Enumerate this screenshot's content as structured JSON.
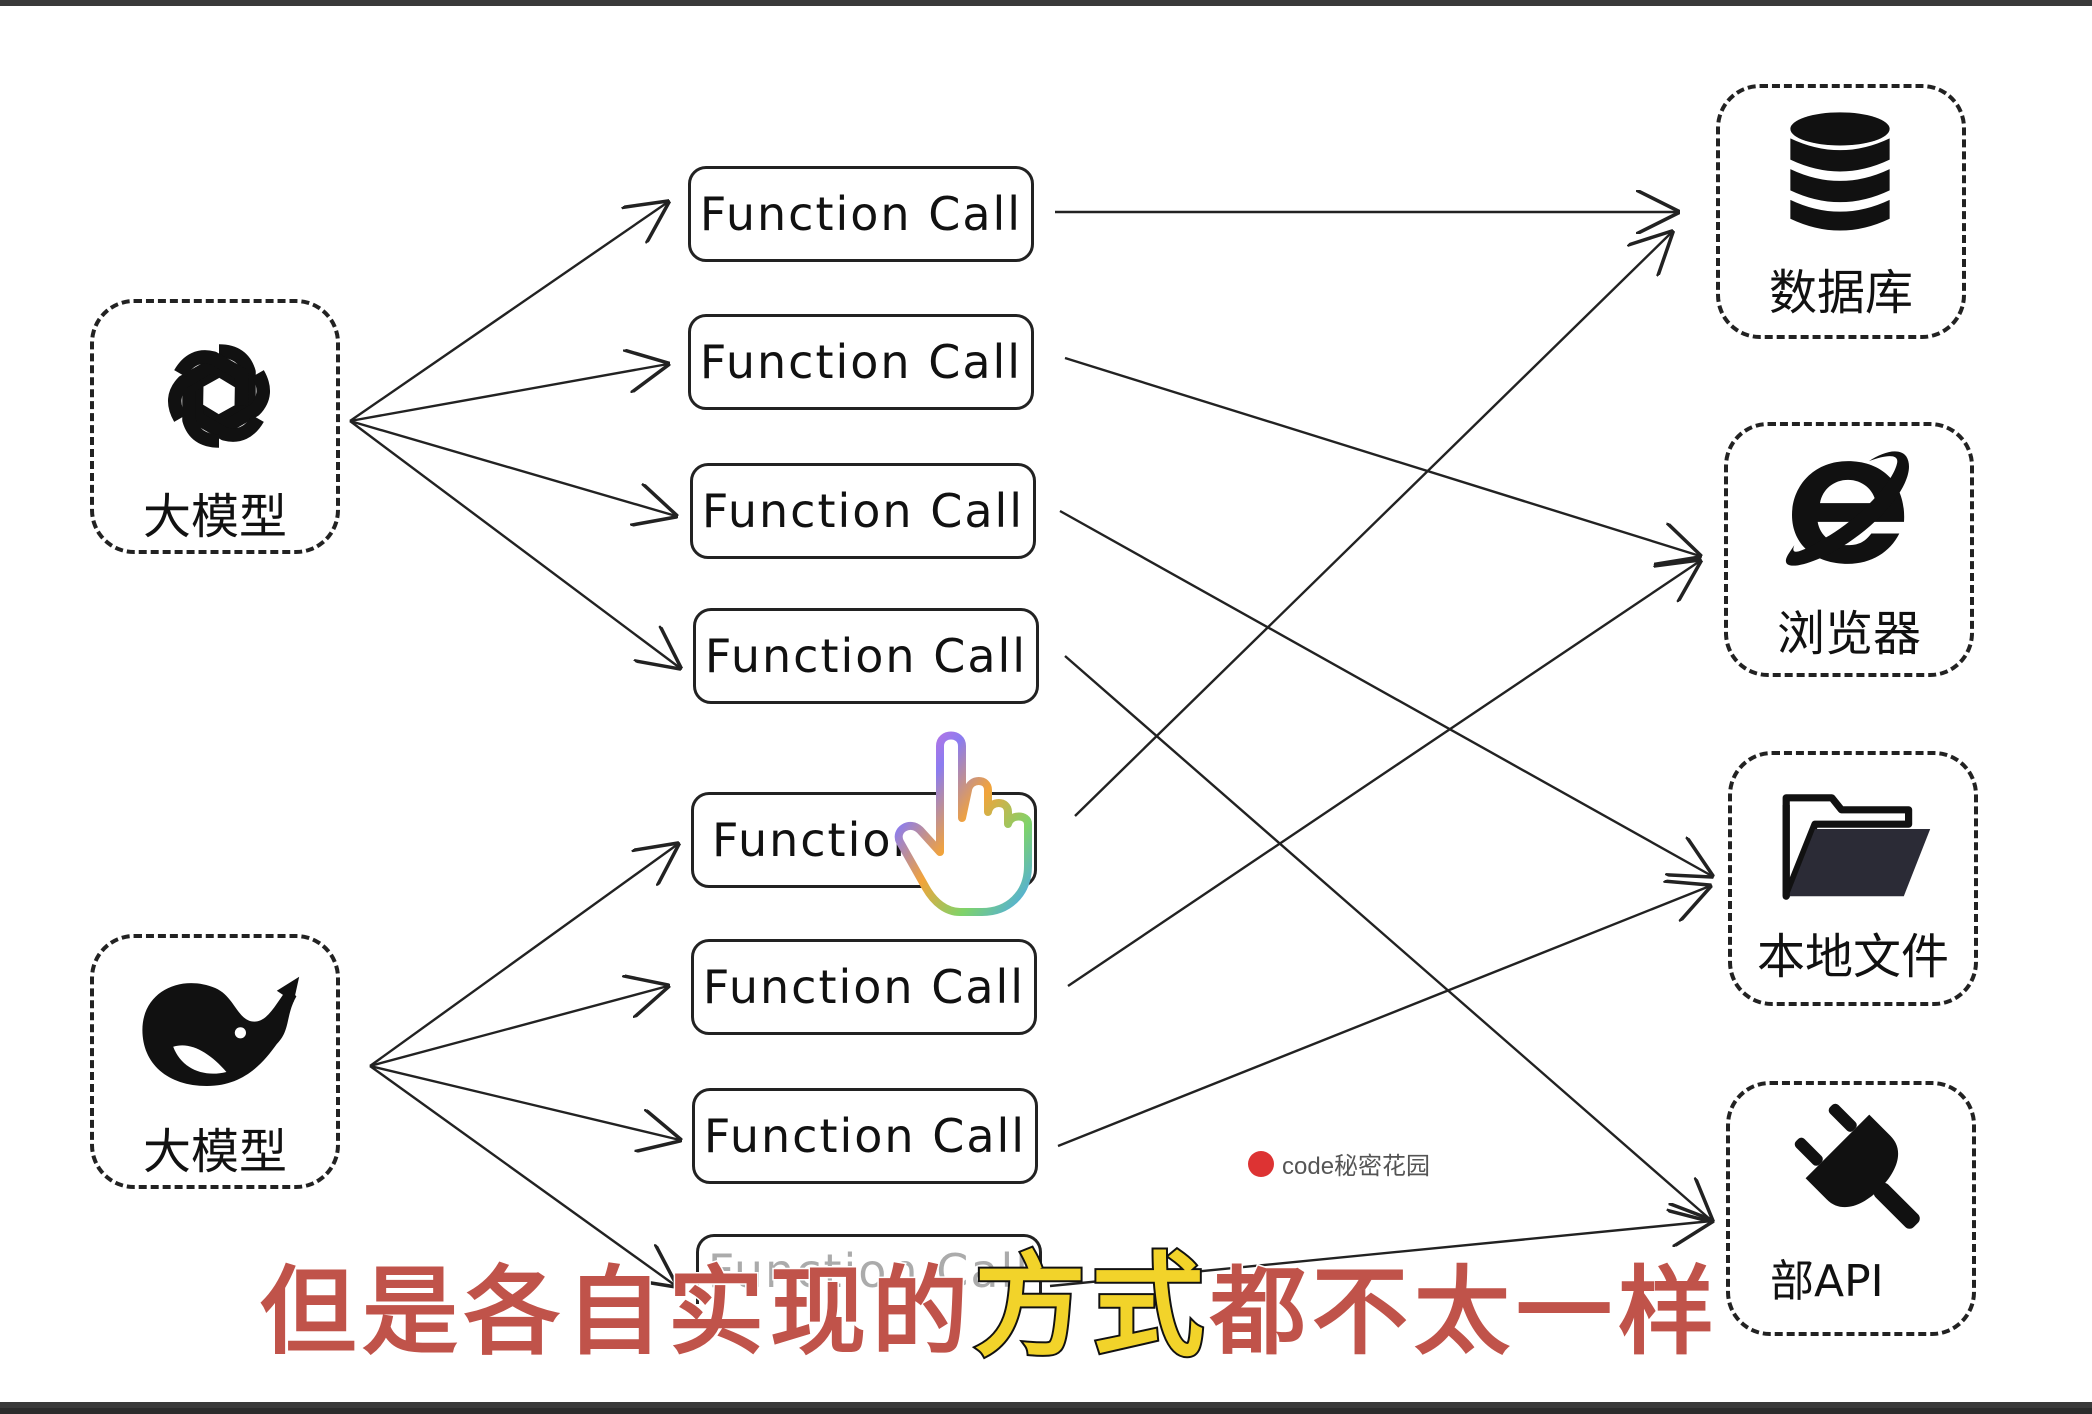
{
  "left_models": [
    {
      "label": "大模型",
      "icon": "openai-logo-icon"
    },
    {
      "label": "大模型",
      "icon": "deepseek-whale-icon"
    }
  ],
  "function_calls": [
    "Function Call",
    "Function Call",
    "Function Call",
    "Function Call",
    "Function",
    "Function Call",
    "Function Call",
    "Function Call"
  ],
  "targets": [
    {
      "label": "数据库",
      "icon": "database-icon"
    },
    {
      "label": "浏览器",
      "icon": "browser-e-icon"
    },
    {
      "label": "本地文件",
      "icon": "folder-icon"
    },
    {
      "label": "部API",
      "icon": "plug-icon"
    }
  ],
  "watermark": "code秘密花园",
  "subtitle": {
    "part1": "但是各自实现的",
    "highlight": "方式",
    "part2": "都不太一样"
  }
}
